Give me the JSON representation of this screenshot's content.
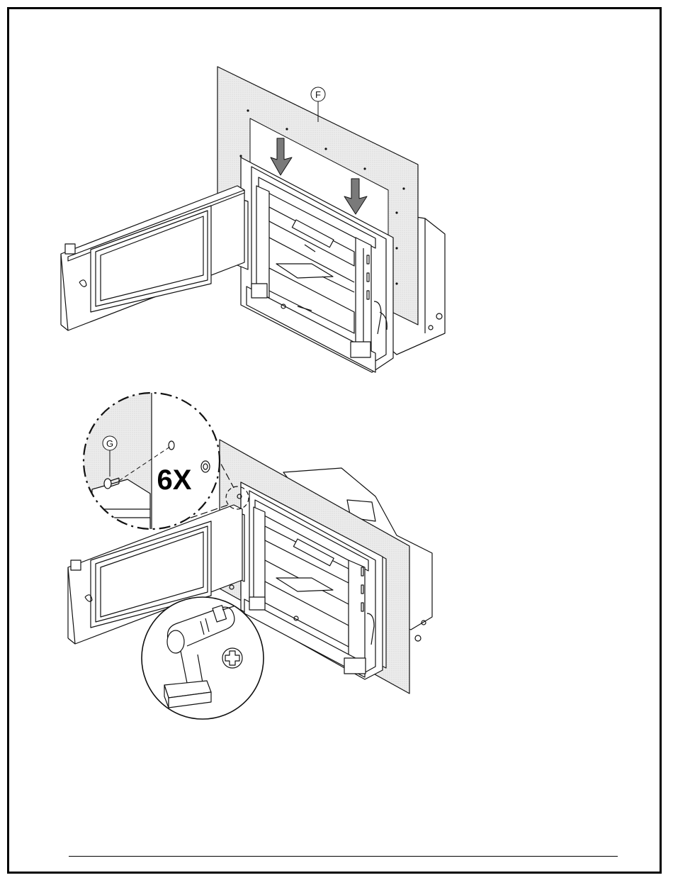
{
  "diagram": {
    "step1": {
      "callout_panel": "F"
    },
    "step2": {
      "callout_screw": "G",
      "quantity": "6X"
    }
  },
  "colors": {
    "line": "#111111",
    "panel_fill": "#e6e6e6",
    "arrow_fill": "#7a7a7a",
    "background": "#ffffff"
  },
  "icons": [
    "power-drill-icon",
    "phillips-screw-icon",
    "screw-icon",
    "down-arrow-icon"
  ]
}
